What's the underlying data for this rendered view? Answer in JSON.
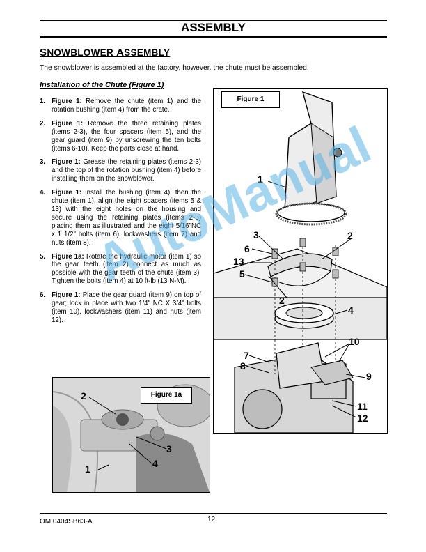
{
  "header": {
    "title": "ASSEMBLY"
  },
  "section": {
    "title_first": "S",
    "title_rest_1": "NOWBLOWER ",
    "title_second": "A",
    "title_rest_2": "SSEMBLY",
    "intro": "The snowblower is assembled at the factory, however, the chute must be assembled."
  },
  "subsection": {
    "title": "Installation of the Chute (Figure 1)"
  },
  "steps": [
    {
      "num": "1.",
      "label": "Figure 1:",
      "text": " Remove the chute (item 1) and the rotation bushing (item 4) from the crate."
    },
    {
      "num": "2.",
      "label": "Figure 1:",
      "text": " Remove the three retaining plates (items 2-3), the four spacers (item 5), and the gear guard (item 9) by unscrewing the ten bolts (items 6-10). Keep the parts close at hand."
    },
    {
      "num": "3.",
      "label": "Figure 1:",
      "text": " Grease the retaining plates (items 2-3) and the top of the rotation bushing (item 4) before installing them on the snowblower."
    },
    {
      "num": "4.",
      "label": "Figure 1:",
      "text": " Install the bushing (item 4), then the chute (item 1), align the eight spacers (items 5 & 13) with the eight holes on the housing and secure using the retaining plates (items 2-3) placing them as illustrated and the eight 5/16\"NC x 1 1/2\" bolts (item 6), lockwashers (item 7) and nuts (item 8)."
    },
    {
      "num": "5.",
      "label": "Figure 1a:",
      "text": " Rotate the hydraulic motor (item 1) so the gear teeth (item 2) connect as much as possible with the gear teeth of the chute (item 3). Tighten the bolts (item 4) at 10 ft-lb (13 N-M)."
    },
    {
      "num": "6.",
      "label": "Figure 1:",
      "text": " Place the gear guard (item 9) on top of gear; lock in place with two 1/4\" NC X 3/4\" bolts (item 10), lockwashers (item 11) and nuts (item 12)."
    }
  ],
  "figure1": {
    "label": "Figure 1",
    "callouts": {
      "c1": "1",
      "c2": "2",
      "c3": "3",
      "c4": "4",
      "c5": "5",
      "c6": "6",
      "c7": "7",
      "c8": "8",
      "c9": "9",
      "c10": "10",
      "c11": "11",
      "c12": "12",
      "c13": "13",
      "c2b": "2"
    }
  },
  "figure1a": {
    "label": "Figure 1a",
    "callouts": {
      "c1": "1",
      "c2": "2",
      "c3": "3",
      "c4": "4"
    }
  },
  "footer": {
    "doc_code": "OM 0404SB63-A",
    "page": "12"
  },
  "watermark": "AutoManual"
}
